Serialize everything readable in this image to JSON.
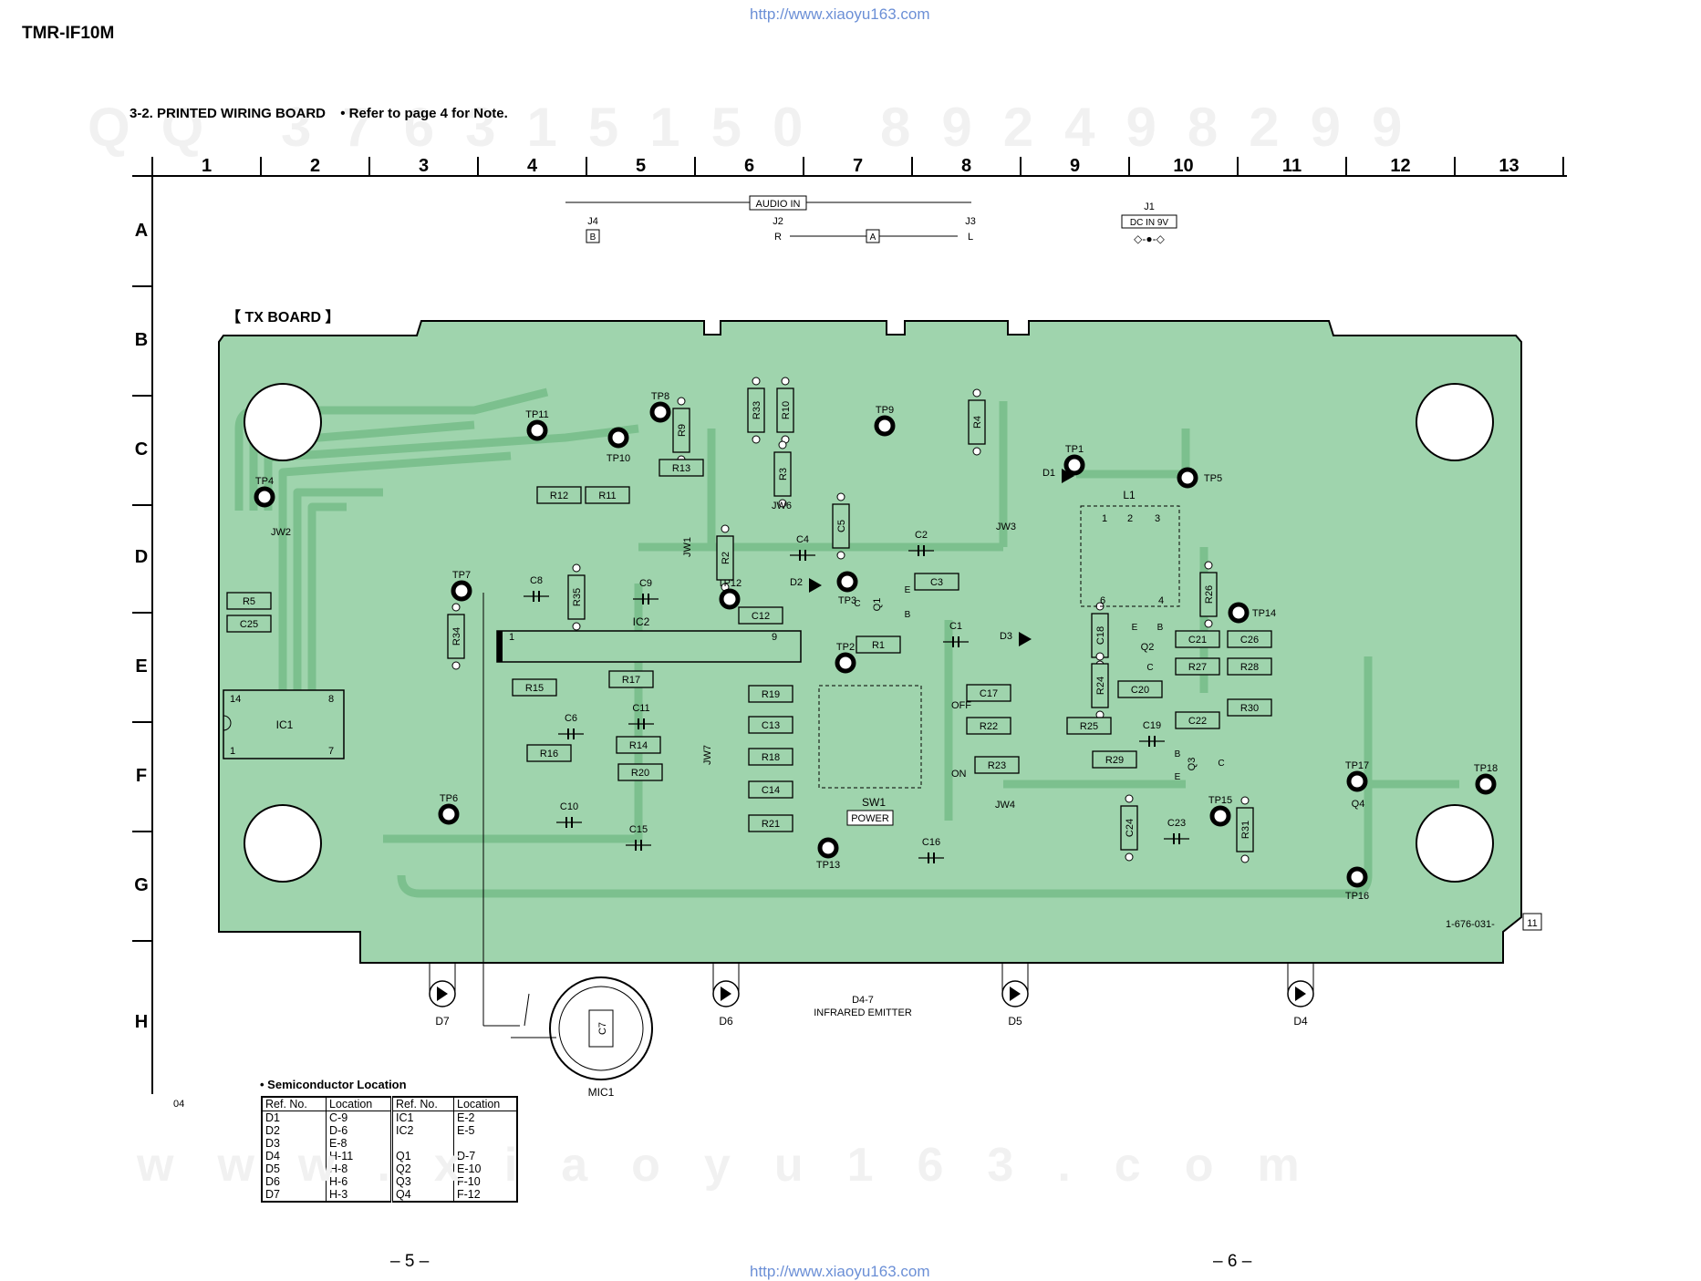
{
  "header": {
    "model": "TMR-IF10M",
    "url_top": "http://www.xiaoyu163.com",
    "url_bottom": "http://www.xiaoyu163.com",
    "section_title": "3-2. PRINTED WIRING BOARD",
    "section_note": "• Refer to page 4 for Note."
  },
  "watermarks": {
    "top": "QQ 376315150 892498299",
    "bottom": "www.xiaoyu163.com"
  },
  "grid": {
    "columns": [
      "1",
      "2",
      "3",
      "4",
      "5",
      "6",
      "7",
      "8",
      "9",
      "10",
      "11",
      "12",
      "13"
    ],
    "rows": [
      "A",
      "B",
      "C",
      "D",
      "E",
      "F",
      "G",
      "H"
    ]
  },
  "board": {
    "name": "【 TX BOARD 】",
    "board_number": "1-676-031-",
    "board_number_suffix": "11",
    "fill_color": "#9fd4ad",
    "trace_color": "#7cc08e",
    "footnote": "04"
  },
  "top_labels": {
    "audio_in": "AUDIO IN",
    "j4": "J4",
    "j4_tag": "B",
    "j2": "J2",
    "j2_ch": "R",
    "j3": "J3",
    "j3_ch": "L",
    "a_tag": "A",
    "j1": "J1",
    "dc_in": "DC IN 9V"
  },
  "components": [
    {
      "ref": "R9",
      "o": "v"
    },
    {
      "ref": "R33",
      "o": "v"
    },
    {
      "ref": "R10",
      "o": "v"
    },
    {
      "ref": "R4",
      "o": "v"
    },
    {
      "ref": "R3",
      "o": "v"
    },
    {
      "ref": "R13",
      "o": "h"
    },
    {
      "ref": "R12",
      "o": "h"
    },
    {
      "ref": "R11",
      "o": "h"
    },
    {
      "ref": "R2",
      "o": "v"
    },
    {
      "ref": "C5",
      "o": "v"
    },
    {
      "ref": "R35",
      "o": "v"
    },
    {
      "ref": "R5",
      "o": "h"
    },
    {
      "ref": "C25",
      "o": "h"
    },
    {
      "ref": "R34",
      "o": "v"
    },
    {
      "ref": "C12",
      "o": "h"
    },
    {
      "ref": "C3",
      "o": "h"
    },
    {
      "ref": "R1",
      "o": "h"
    },
    {
      "ref": "R15",
      "o": "h"
    },
    {
      "ref": "R17",
      "o": "h"
    },
    {
      "ref": "R19",
      "o": "h"
    },
    {
      "ref": "C13",
      "o": "h"
    },
    {
      "ref": "R16",
      "o": "h"
    },
    {
      "ref": "R14",
      "o": "h"
    },
    {
      "ref": "R18",
      "o": "h"
    },
    {
      "ref": "R20",
      "o": "h"
    },
    {
      "ref": "C14",
      "o": "h"
    },
    {
      "ref": "R21",
      "o": "h"
    },
    {
      "ref": "C17",
      "o": "h"
    },
    {
      "ref": "R22",
      "o": "h"
    },
    {
      "ref": "R23",
      "o": "h"
    },
    {
      "ref": "C18",
      "o": "v"
    },
    {
      "ref": "R24",
      "o": "v"
    },
    {
      "ref": "R26",
      "o": "v"
    },
    {
      "ref": "C21",
      "o": "h"
    },
    {
      "ref": "C26",
      "o": "h"
    },
    {
      "ref": "R27",
      "o": "h"
    },
    {
      "ref": "R28",
      "o": "h"
    },
    {
      "ref": "C20",
      "o": "h"
    },
    {
      "ref": "R30",
      "o": "h"
    },
    {
      "ref": "R25",
      "o": "h"
    },
    {
      "ref": "C22",
      "o": "h"
    },
    {
      "ref": "R29",
      "o": "h"
    },
    {
      "ref": "C24",
      "o": "v"
    },
    {
      "ref": "R31",
      "o": "v"
    }
  ],
  "test_points": [
    "TP1",
    "TP2",
    "TP3",
    "TP4",
    "TP5",
    "TP6",
    "TP7",
    "TP8",
    "TP9",
    "TP10",
    "TP11",
    "TP12",
    "TP13",
    "TP14",
    "TP15",
    "TP16",
    "TP17",
    "TP18"
  ],
  "caps": [
    "C8",
    "C9",
    "C4",
    "C2",
    "C1",
    "C6",
    "C11",
    "C10",
    "C15",
    "C16",
    "C19",
    "C23"
  ],
  "diodes": [
    "D1",
    "D2",
    "D3"
  ],
  "jumpers": [
    "JW1",
    "JW2",
    "JW3",
    "JW4",
    "JW6",
    "JW7"
  ],
  "transistors": {
    "q1": "Q1",
    "q2": "Q2",
    "q3": "Q3",
    "q4": "Q4",
    "e": "E",
    "b": "B",
    "c": "C"
  },
  "coil": "L1",
  "ics": {
    "ic1": "IC1",
    "ic2": "IC2",
    "p14": "14",
    "p8": "8",
    "p1": "1",
    "p7": "7",
    "ic2_p1": "1",
    "ic2_p9": "9",
    "l1_1": "1",
    "l1_2": "2",
    "l1_3": "3",
    "l1_4": "4",
    "l1_6": "6"
  },
  "switch": {
    "name": "SW1",
    "label": "POWER",
    "off": "OFF",
    "on": "ON"
  },
  "emitters": {
    "d7": "D7",
    "d6": "D6",
    "d5": "D5",
    "d4": "D4",
    "caption1": "D4-7",
    "caption2": "INFRARED EMITTER"
  },
  "mic": {
    "name": "MIC1",
    "cap": "C7"
  },
  "semiconductor_location": {
    "title": "• Semiconductor Location",
    "headers": [
      "Ref. No.",
      "Location",
      "Ref. No.",
      "Location"
    ],
    "rows": [
      [
        "D1",
        "C-9",
        "IC1",
        "E-2"
      ],
      [
        "D2",
        "D-6",
        "IC2",
        "E-5"
      ],
      [
        "D3",
        "E-8",
        "",
        ""
      ],
      [
        "D4",
        "H-11",
        "Q1",
        "D-7"
      ],
      [
        "D5",
        "H-8",
        "Q2",
        "E-10"
      ],
      [
        "D6",
        "H-6",
        "Q3",
        "F-10"
      ],
      [
        "D7",
        "H-3",
        "Q4",
        "F-12"
      ]
    ]
  },
  "footer": {
    "page_left": "– 5 –",
    "page_right": "– 6 –"
  }
}
